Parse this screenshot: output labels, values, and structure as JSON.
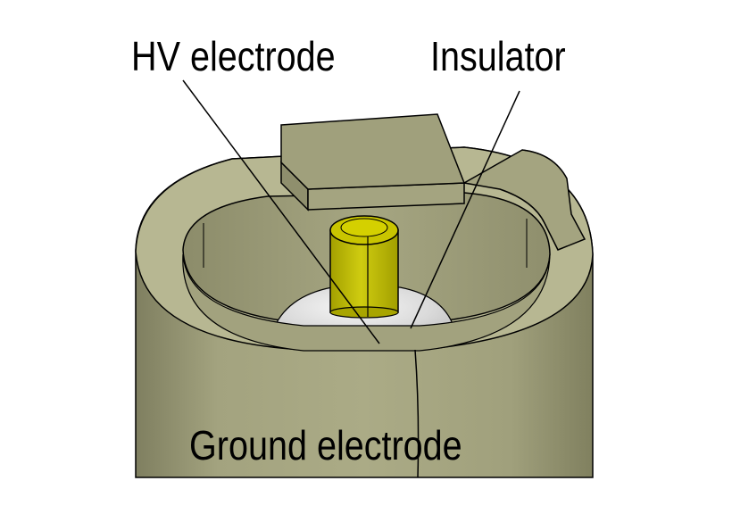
{
  "labels": {
    "hv_electrode": "HV electrode",
    "insulator": "Insulator",
    "ground_electrode": "Ground electrode"
  },
  "colors": {
    "ground_body": "#a8a883",
    "ground_dark": "#7e7e5e",
    "ground_light": "#bdbd98",
    "inner_wall": "#9a9a76",
    "insulator": "#d9d9d9",
    "hv_electrode": "#c5c200",
    "outline": "#000000"
  }
}
